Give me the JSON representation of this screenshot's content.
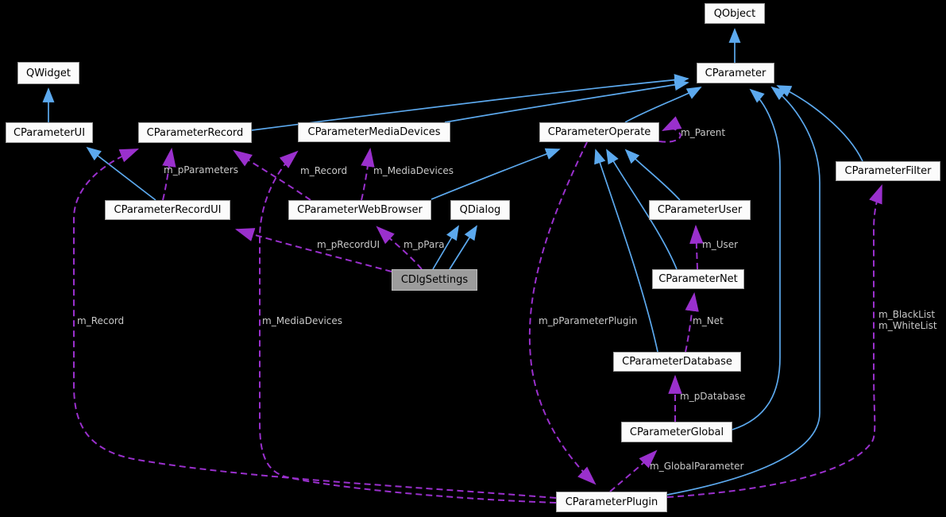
{
  "diagram": {
    "type": "class-collaboration-graph",
    "style": "doxygen-dark",
    "colors": {
      "background": "#000000",
      "inheritance_edge": "#5ca9ee",
      "usage_edge": "#9a30cd",
      "edge_label_text": "#c8c8c8",
      "node_fill": "#fbfbfb",
      "node_border": "#9e9e9e",
      "node_text": "#000000",
      "selected_node_fill": "#9c9c9c"
    },
    "nodes": [
      {
        "label": "QObject"
      },
      {
        "label": "QWidget"
      },
      {
        "label": "CParameter"
      },
      {
        "label": "CParameterUI"
      },
      {
        "label": "CParameterRecord"
      },
      {
        "label": "CParameterMediaDevices"
      },
      {
        "label": "CParameterOperate"
      },
      {
        "label": "CParameterFilter"
      },
      {
        "label": "CParameterRecordUI"
      },
      {
        "label": "CParameterWebBrowser"
      },
      {
        "label": "QDialog"
      },
      {
        "label": "CParameterUser"
      },
      {
        "label": "CDlgSettings",
        "selected": true
      },
      {
        "label": "CParameterNet"
      },
      {
        "label": "CParameterDatabase"
      },
      {
        "label": "CParameterGlobal"
      },
      {
        "label": "CParameterPlugin"
      }
    ],
    "edge_labels": [
      {
        "text": "m_Parent"
      },
      {
        "text": "m_pParameters"
      },
      {
        "text": "m_Record"
      },
      {
        "text": "m_MediaDevices"
      },
      {
        "text": "m_pRecordUI"
      },
      {
        "text": "m_pPara"
      },
      {
        "text": "m_User"
      },
      {
        "text": "m_Record"
      },
      {
        "text": "m_MediaDevices"
      },
      {
        "text": "m_pParameterPlugin"
      },
      {
        "text": "m_Net"
      },
      {
        "text": "m_BlackList"
      },
      {
        "text": "m_WhiteList"
      },
      {
        "text": "m_pDatabase"
      },
      {
        "text": "m_GlobalParameter"
      }
    ],
    "edges": [
      {
        "from": "CParameter",
        "to": "QObject",
        "type": "inheritance"
      },
      {
        "from": "CParameterUI",
        "to": "QWidget",
        "type": "inheritance"
      },
      {
        "from": "CParameterRecordUI",
        "to": "CParameterUI",
        "type": "inheritance"
      },
      {
        "from": "CParameterRecord",
        "to": "CParameter",
        "type": "inheritance"
      },
      {
        "from": "CParameterMediaDevices",
        "to": "CParameter",
        "type": "inheritance"
      },
      {
        "from": "CParameterOperate",
        "to": "CParameter",
        "type": "inheritance"
      },
      {
        "from": "CParameterWebBrowser",
        "to": "CParameterOperate",
        "type": "inheritance"
      },
      {
        "from": "CParameterUser",
        "to": "CParameterOperate",
        "type": "inheritance"
      },
      {
        "from": "CParameterNet",
        "to": "CParameterOperate",
        "type": "inheritance"
      },
      {
        "from": "CParameterDatabase",
        "to": "CParameterOperate",
        "type": "inheritance"
      },
      {
        "from": "CDlgSettings",
        "to": "QDialog",
        "type": "inheritance"
      },
      {
        "from": "CDlgSettings",
        "to": "QDialog",
        "type": "inheritance"
      },
      {
        "from": "CParameterGlobal",
        "to": "CParameter",
        "type": "inheritance"
      },
      {
        "from": "CParameterPlugin",
        "to": "CParameter",
        "type": "inheritance"
      },
      {
        "from": "CParameterFilter",
        "to": "CParameter",
        "type": "inheritance"
      },
      {
        "from": "CParameterOperate",
        "to": "CParameterOperate",
        "type": "usage",
        "label": "m_Parent"
      },
      {
        "from": "CParameterRecordUI",
        "to": "CParameterRecord",
        "type": "usage",
        "label": "m_pParameters"
      },
      {
        "from": "CParameterWebBrowser",
        "to": "CParameterRecord",
        "type": "usage",
        "label": "m_Record"
      },
      {
        "from": "CParameterWebBrowser",
        "to": "CParameterMediaDevices",
        "type": "usage",
        "label": "m_MediaDevices"
      },
      {
        "from": "CDlgSettings",
        "to": "CParameterRecordUI",
        "type": "usage",
        "label": "m_pRecordUI"
      },
      {
        "from": "CDlgSettings",
        "to": "CParameterWebBrowser",
        "type": "usage",
        "label": "m_pPara"
      },
      {
        "from": "CParameterNet",
        "to": "CParameterUser",
        "type": "usage",
        "label": "m_User"
      },
      {
        "from": "CParameterDatabase",
        "to": "CParameterNet",
        "type": "usage",
        "label": "m_Net"
      },
      {
        "from": "CParameterGlobal",
        "to": "CParameterDatabase",
        "type": "usage",
        "label": "m_pDatabase"
      },
      {
        "from": "CParameterPlugin",
        "to": "CParameterGlobal",
        "type": "usage",
        "label": "m_GlobalParameter"
      },
      {
        "from": "CParameterOperate",
        "to": "CParameterPlugin",
        "type": "usage",
        "label": "m_pParameterPlugin"
      },
      {
        "from": "CParameterPlugin",
        "to": "CParameterRecord",
        "type": "usage",
        "label": "m_Record"
      },
      {
        "from": "CParameterPlugin",
        "to": "CParameterMediaDevices",
        "type": "usage",
        "label": "m_MediaDevices"
      },
      {
        "from": "CParameterPlugin",
        "to": "CParameterFilter",
        "type": "usage",
        "label": "m_BlackList m_WhiteList"
      }
    ]
  }
}
